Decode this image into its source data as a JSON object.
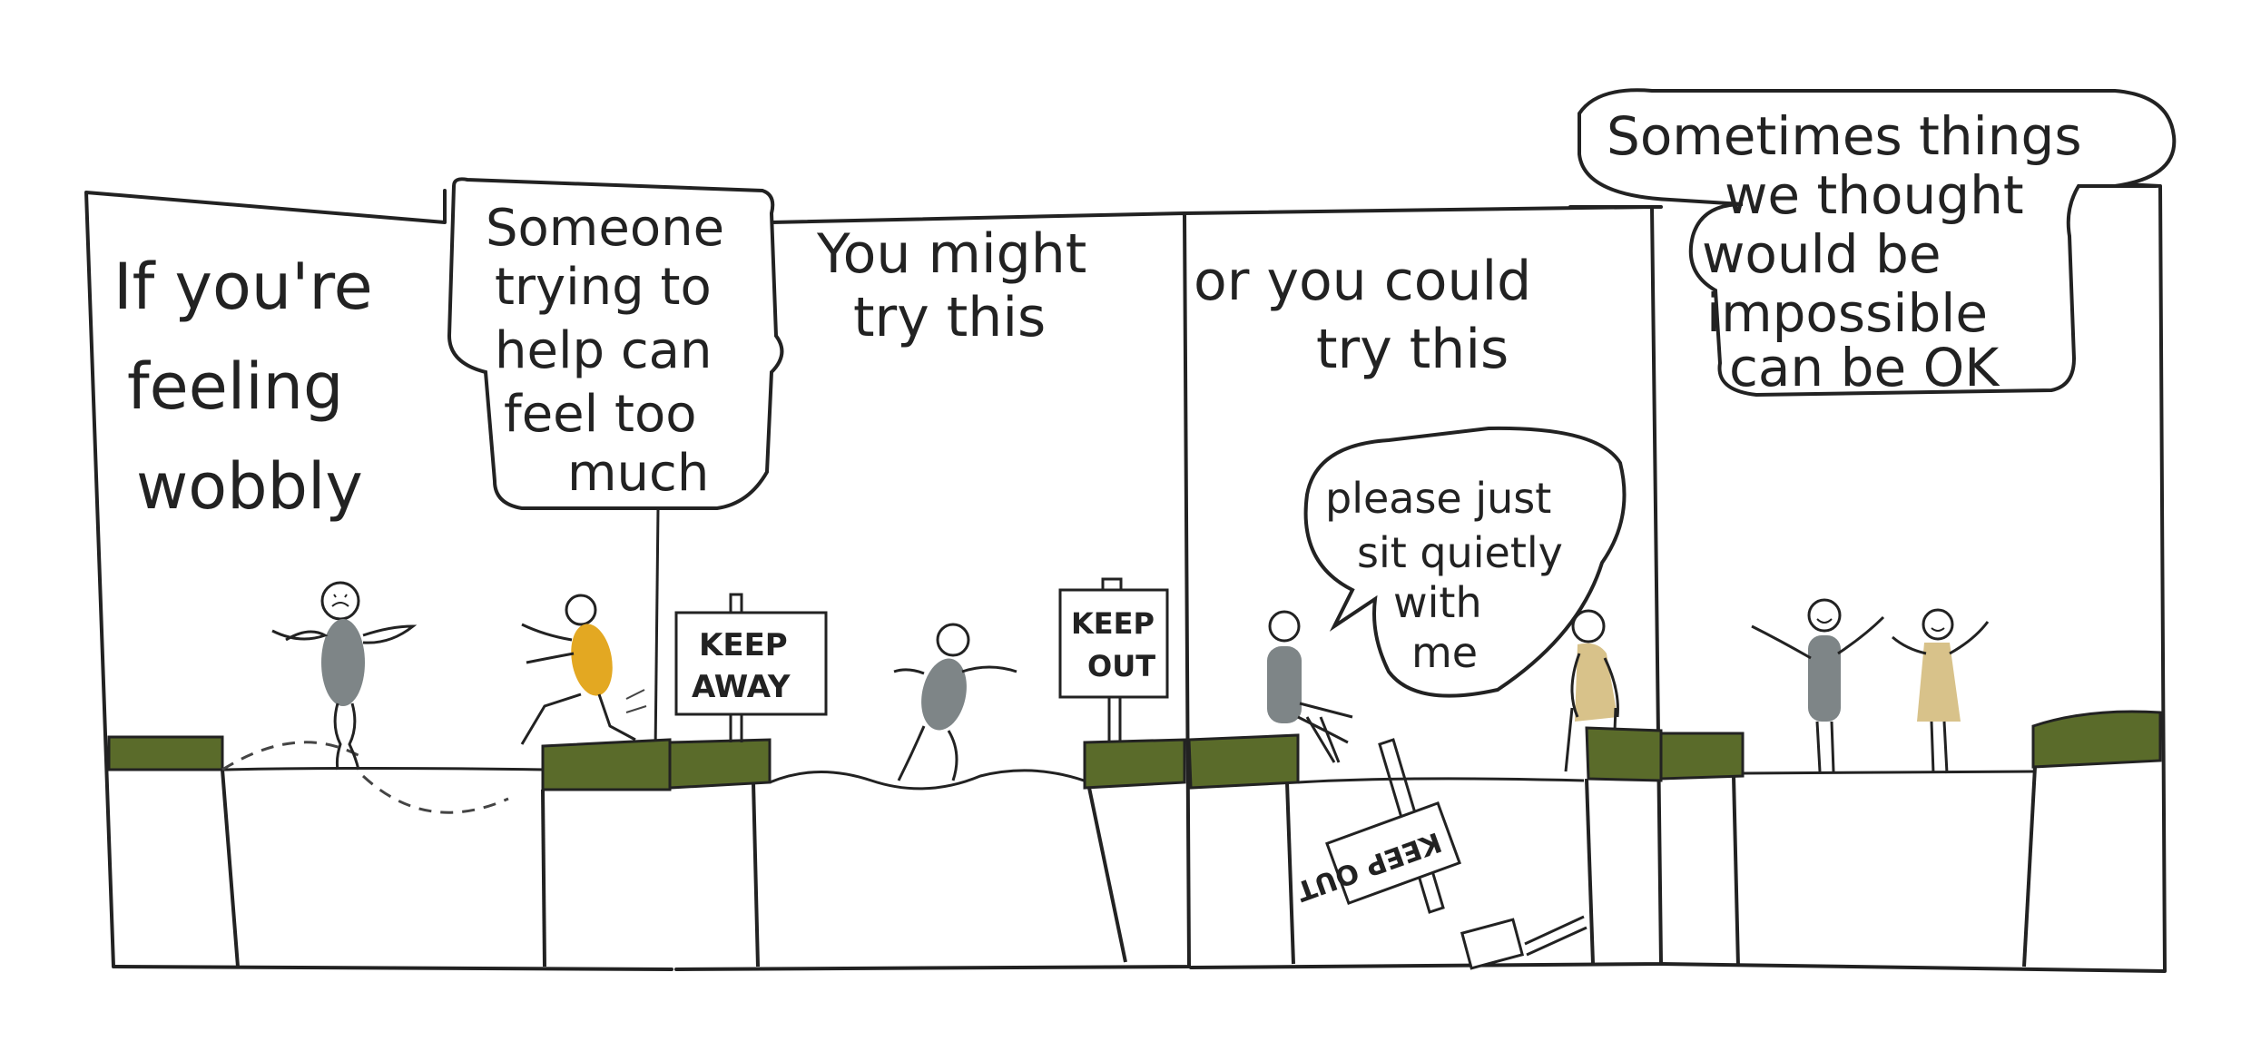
{
  "panels": [
    {
      "caption": [
        "If you're",
        "feeling",
        "wobbly"
      ]
    },
    {
      "speech": [
        "Someone",
        "trying to",
        "help can",
        "feel too",
        "much"
      ]
    },
    {
      "caption": [
        "You might",
        "try this"
      ]
    },
    {
      "caption": [
        "or you could",
        "try this"
      ],
      "speech": [
        "please just",
        "sit quietly",
        "with",
        "me"
      ]
    },
    {
      "speech": [
        "Sometimes things",
        "we thought",
        "would be",
        "impossible",
        "can be OK"
      ]
    }
  ],
  "signs": {
    "keep_away": [
      "KEEP",
      "AWAY"
    ],
    "keep_out": [
      "KEEP",
      "OUT"
    ],
    "keep_out_fallen": "KEEP OUT"
  },
  "colors": {
    "ink": "#222222",
    "grass": "#5a6b2a",
    "grey_figure": "#7e8587",
    "yellow_figure": "#e3a822",
    "beige_figure": "#d8c28a"
  }
}
